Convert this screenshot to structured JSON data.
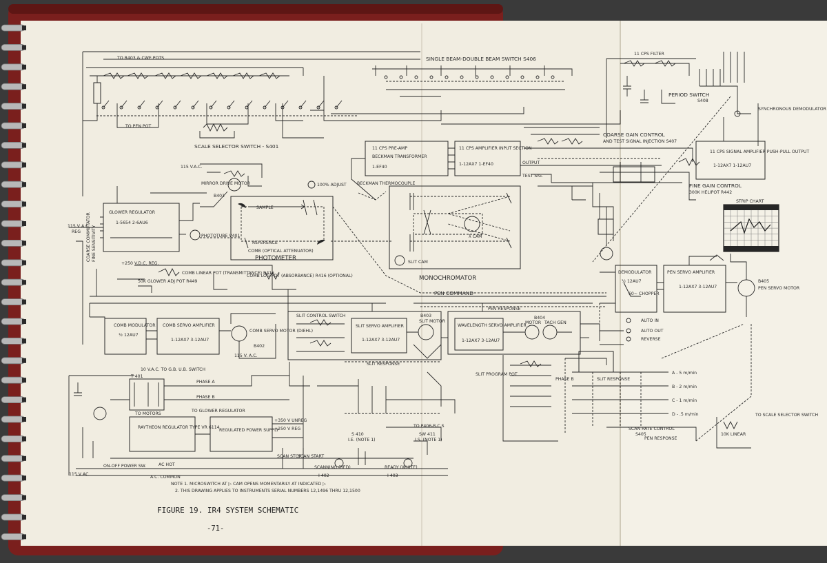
{
  "colors": {
    "paper": "#f1ede1",
    "paper_right": "#f4f1e7",
    "ink": "#262626",
    "binding": "#7a1f1d",
    "background": "#3a3a3a",
    "ring": "#b8b8b8"
  },
  "figure": {
    "caption": "FIGURE 19.  IR4 SYSTEM SCHEMATIC",
    "page_number": "-71-"
  },
  "notes": {
    "note1": "NOTE 1. MICROSWITCH AT ▷ CAM OPENS MOMENTARILY AT INDICATED ▷",
    "note2": "2. THIS DRAWING APPLIES TO INSTRUMENTS SERIAL NUMBERS  12,1496 THRU 12,1500"
  },
  "labels": {
    "sb_db_switch": "SINGLE BEAM-DOUBLE BEAM SWITCH S406",
    "scale_selector": "SCALE SELECTOR SWITCH - S401",
    "to_cwe_pots": "TO R403 & CWE POTS",
    "to_pen_pot": "TO PEN POT",
    "cps_filter": "11 CPS FILTER",
    "period_switch": "PERIOD SWITCH",
    "period_switch_ref": "S408",
    "sync_demod": "SYNCHRONOUS DEMODULATOR",
    "coarse_gain": "COARSE GAIN CONTROL",
    "test_injection": "AND TEST SIGNAL INJECTION  S407",
    "signal_amp": "11 CPS SIGNAL AMPLIFIER PUSH-PULL OUTPUT",
    "signal_amp_tubes": "1-12AX7  1-12AU7",
    "fine_gain": "FINE GAIN CONTROL",
    "fine_gain_detail": "300K HELIPOT R442",
    "strip_chart": "STRIP CHART",
    "preamp": "11 CPS PRE-AMP",
    "preamp_detail": "BECKMAN TRANSFORMER",
    "preamp_tube": "1-EF40",
    "amp_input": "11 CPS AMPLIFIER INPUT SECTION",
    "amp_input_tubes": "1-12AX7  1-EF40",
    "output": "OUTPUT",
    "test_sig": "TEST SIG.",
    "thermocouple": "BECKMAN THERMOCOUPLE",
    "mirror_motor": "MIRROR DRIVE MOTOR",
    "mirror_motor_ref": "B401",
    "percent_adjust": "100% ADJUST",
    "glower_regulator": "GLOWER REGULATOR",
    "glower_tubes": "1-5654  2-6AU6",
    "sample": "SAMPLE",
    "reference": "REFERENCE",
    "comb_attenuator": "COMB (OPTICAL ATTENUATOR)",
    "photometer": "PHOTOMETER",
    "monochromator": "MONOCHROMATOR",
    "slit_cam": "SLIT CAM",
    "lambda_cam": "λ CAM",
    "phototube": "PHOTOTUBE V401",
    "pen_command": "PEN COMMAND",
    "pen_response": "PEN RESPONSE",
    "pen_response_2": "PEN RESPONSE",
    "demodulator": "DEMODULATOR",
    "demod_tube": "½ 12AU7",
    "chopper": "60~ CHOPPER",
    "pen_servo_amp": "PEN SERVO AMPLIFIER",
    "pen_servo_tubes": "1-12AX7  3-12AU7",
    "pen_servo_motor": "PEN SERVO MOTOR",
    "pen_servo_motor_ref": "B405",
    "comb_modulator": "COMB MODULATOR",
    "comb_mod_tube": "½ 12AU7",
    "comb_servo_amp": "COMB SERVO AMPLIFIER",
    "comb_servo_tubes": "1-12AX7  3-12AU7",
    "comb_servo_motor": "COMB SERVO MOTOR (DIEHL)",
    "comb_servo_motor_ref": "B402",
    "voltage_115": "115 V.A.C.",
    "voltage_115_b": "115 V. A.C.",
    "v250": "+250 V.D.C. REG.",
    "glower_adj": "50K GLOWER ADJ POT R449",
    "comb_linear": "COMB LINEAR POT (TRANSMITTANCE) R415",
    "comb_log": "COMB LOG POT (ABSORBANCE) R416 (OPTIONAL)",
    "slit_control": "SLIT CONTROL SWITCH",
    "slit_servo_amp": "SLIT SERVO AMPLIFIER",
    "slit_servo_tubes": "1-12AX7  3-12AU7",
    "slit_motor": "SLIT MOTOR",
    "slit_motor_ref": "B403",
    "slit_response": "SLIT RESPONSE",
    "wl_servo_amp": "WAVELENGTH SERVO AMPLIFIER",
    "wl_servo_tubes": "1-12AX7  3-12AU7",
    "motor": "MOTOR",
    "tach_gen": "TACH GEN",
    "wl_motor_ref": "B404",
    "auto_in": "AUTO IN",
    "auto_out": "AUTO OUT",
    "reverse": "REVERSE",
    "phase_a": "PHASE A",
    "phase_b": "PHASE B",
    "slit_program": "SLIT PROGRAM POT",
    "slit_response_b": "SLIT RESPONSE",
    "rate_a": "A - 5 m/min",
    "rate_b": "B - 2 m/min",
    "rate_c": "C - 1 m/min",
    "rate_d": "D - .5 m/min",
    "scan_rate": "SCAN RATE CONTROL",
    "scan_rate_ref": "S405",
    "to_scale_selector": "TO SCALE SELECTOR SWITCH",
    "linear_pot": "10K LINEAR",
    "power_regulator": "RAYTHEON REGULATOR TYPE VR 6114",
    "power_supply": "REGULATED POWER SUPPLY",
    "to_motors": "TO MOTORS",
    "to_glower": "TO GLOWER REGULATOR",
    "transformer": "T 401",
    "switch_ac": "10 V.A.C. TO G.B. U.B. SWITCH",
    "v350": "+350 V UNREG",
    "v250_b": "+250 V REG",
    "scanning": "SCANNING (RED)",
    "scanning_ref": "I 402",
    "ready": "READY (WHITE)",
    "ready_ref": "I 403",
    "switch_410": "S 410",
    "note1_ref": "I.E. (NOTE 1)",
    "switch_411": "SW 411",
    "note1_ref_b": "I.S. (NOTE 1)",
    "scan_stop": "SCAN STOP",
    "scan_start": "SCAN START",
    "ac_hot": "AC HOT",
    "ac_common": "A.C. COMMON",
    "power_sw": "ON-OFF POWER SW.",
    "v115_in": "115 V AC",
    "mains": "115 V A.C.",
    "mains_reg": "REG",
    "to_p406": "TO P406-B,C,S",
    "coarse_comm": "COARSE COMMUTATOR",
    "fine_sensitivity": "FINE SENSITIVITY"
  }
}
